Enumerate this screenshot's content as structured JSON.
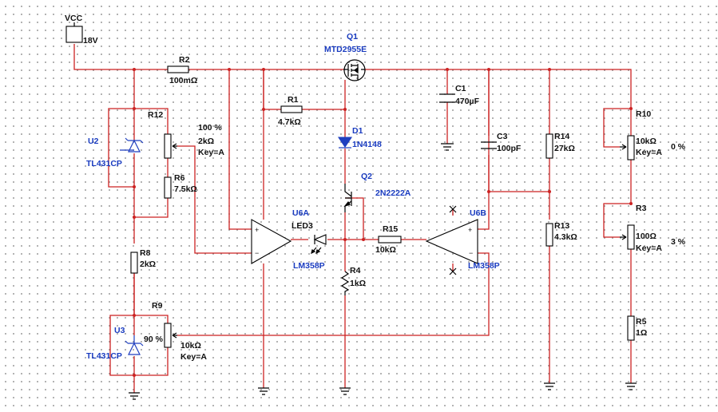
{
  "colors": {
    "wire": "#cc2222",
    "component": "#000000",
    "device": "#1f3fbf",
    "label_device": "#1a3cc0",
    "grid_dot": "#8c8c8c"
  },
  "power": {
    "name": "VCC",
    "value": "18V"
  },
  "components": {
    "q1": {
      "ref": "Q1",
      "part": "MTD2955E"
    },
    "r2": {
      "ref": "R2",
      "value": "100mΩ"
    },
    "r1": {
      "ref": "R1",
      "value": "4.7kΩ"
    },
    "c1": {
      "ref": "C1",
      "value": "470µF"
    },
    "d1": {
      "ref": "D1",
      "part": "1N4148"
    },
    "q2": {
      "ref": "Q2",
      "part": "2N2222A"
    },
    "r12": {
      "ref": "R12",
      "setting": "100 %",
      "value": "2kΩ",
      "key": "Key=A"
    },
    "u2": {
      "ref": "U2",
      "part": "TL431CP"
    },
    "r6": {
      "ref": "R6",
      "value": "7.5kΩ"
    },
    "u6a": {
      "ref": "U6A",
      "part": "LM358P"
    },
    "led3": {
      "ref": "LED3"
    },
    "r15": {
      "ref": "R15",
      "value": "10kΩ"
    },
    "u6b": {
      "ref": "U6B",
      "part": "LM358P"
    },
    "c3": {
      "ref": "C3",
      "value": "100pF"
    },
    "r14": {
      "ref": "R14",
      "value": "27kΩ"
    },
    "r13": {
      "ref": "R13",
      "value": "4.3kΩ"
    },
    "r10": {
      "ref": "R10",
      "value": "10kΩ",
      "key": "Key=A",
      "setting": "0 %"
    },
    "r3": {
      "ref": "R3",
      "value": "100Ω",
      "key": "Key=A",
      "setting": "3 %"
    },
    "r5": {
      "ref": "R5",
      "value": "1Ω"
    },
    "r8": {
      "ref": "R8",
      "value": "2kΩ"
    },
    "r9": {
      "ref": "R9",
      "setting": "90 %",
      "value": "10kΩ",
      "key": "Key=A"
    },
    "u3": {
      "ref": "U3",
      "part": "TL431CP"
    },
    "r4": {
      "ref": "R4",
      "value": "1kΩ"
    }
  },
  "opamp_pins": {
    "plus": "+",
    "minus": "−"
  }
}
